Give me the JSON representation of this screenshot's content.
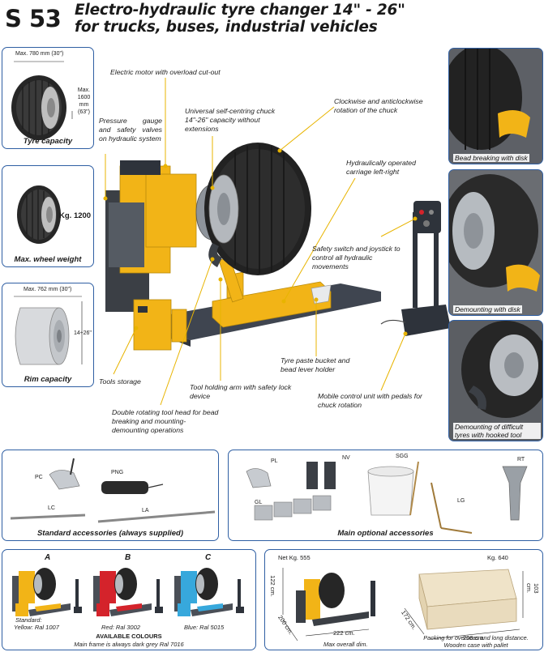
{
  "header": {
    "model": "S 53",
    "title_line1": "Electro-hydraulic tyre changer 14\" - 26\"",
    "title_line2": "for trucks, buses, industrial vehicles"
  },
  "specs": {
    "tyre": {
      "width": "Max. 780 mm (30\")",
      "height_l1": "Max.",
      "height_l2": "1600 mm",
      "height_l3": "(63\")",
      "caption": "Tyre capacity"
    },
    "weight": {
      "value": "Kg. 1200",
      "caption": "Max. wheel weight"
    },
    "rim": {
      "width": "Max. 762 mm (30\")",
      "diameter": "14÷26\"",
      "caption": "Rim capacity"
    }
  },
  "callouts": {
    "electric_motor": "Electric motor with overload cut-out",
    "pressure_gauge": "Pressure gauge and safety valves on hydraulic system",
    "chuck": "Universal self-centring chuck 14\"-26\" capacity without extensions",
    "rotation": "Clockwise and anticlockwise rotation of the chuck",
    "carriage": "Hydraulically operated carriage left-right",
    "safety_switch": "Safety switch and joystick to control all hydraulic movements",
    "tools_storage": "Tools storage",
    "tool_arm": "Tool holding arm with safety lock device",
    "paste_bucket": "Tyre paste bucket and bead lever holder",
    "tool_head": "Double rotating tool head for bead breaking and mounting-demounting operations",
    "mobile_unit": "Mobile control unit with pedals for chuck rotation"
  },
  "side_photos": [
    {
      "caption": "Bead breaking with disk"
    },
    {
      "caption": "Demounting with disk"
    },
    {
      "caption": "Demounting of difficult tyres with hooked tool"
    }
  ],
  "standard_accessories": {
    "title": "Standard accessories (always supplied)",
    "items": [
      "PC",
      "PNG",
      "LC",
      "LA"
    ]
  },
  "optional_accessories": {
    "title": "Main optional accessories",
    "items": [
      "PL",
      "NV",
      "SGG",
      "RT",
      "GL",
      "LG"
    ]
  },
  "colours": {
    "letters": [
      "A",
      "B",
      "C"
    ],
    "standard_label": "Standard:",
    "yellow": "Yellow: Ral 1007",
    "red": "Red: Ral 3002",
    "blue": "Blue: Ral 5015",
    "title": "AVAILABLE COLOURS",
    "note": "Main frame is always dark grey Ral 7016",
    "hex": {
      "yellow": "#f2b417",
      "red": "#d4232b",
      "blue": "#37a8dc",
      "grey": "#4a4f57"
    }
  },
  "dimensions": {
    "net_weight": "Net Kg. 555",
    "height": "122 cm.",
    "depth": "200 cm.",
    "width": "222 cm.",
    "overall": "Max overall dim.",
    "pack_weight": "Kg. 640",
    "pack_height": "103 cm.",
    "pack_depth": "172 cm.",
    "pack_width": "200 cm.",
    "pack_note_l1": "Packing for overseas and long distance.",
    "pack_note_l2": "Wooden case with pallet"
  }
}
